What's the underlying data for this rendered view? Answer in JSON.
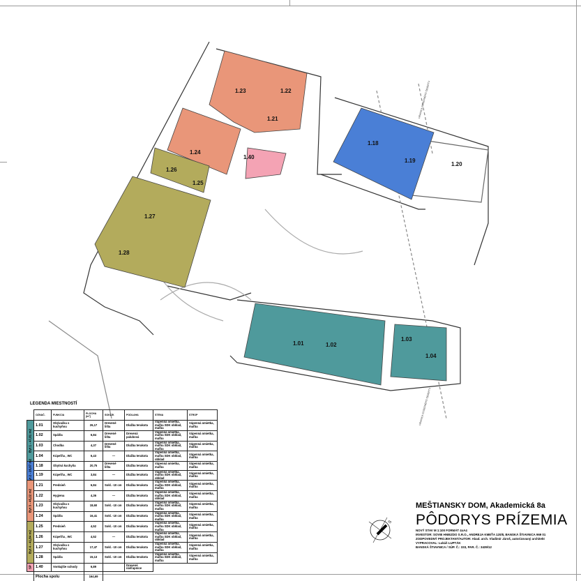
{
  "title": {
    "project": "MEŠTIANSKY DOM, Akademická 8a",
    "drawing": "PÔDORYS PRÍZEMIA",
    "lines": [
      "NOVÝ STAV M 1:100   FORMÁT 4xA4",
      "INVESTOR: SOVIE HNIEZDO S.R.O., ANDREJA KMEŤA 120/8, BANSKÁ ŠTIAVNICA 969 01",
      "ZODPOVEDNÝ PROJEKTANT/AUTOR: Akad. arch. Vladimír Jároš, autorizovaný architekt",
      "VYPRACOVAL: Lukáš LUPTÁK",
      "BANSKÁ ŠTIAVNICA / SÚP. Č.: 333, PAR. Č.: 3439/12"
    ],
    "north_label": "S"
  },
  "colors": {
    "byt1": "#4f9a9c",
    "byt2": "#4a7fd6",
    "byt3": "#e99679",
    "byt4": "#b3ab5c",
    "sp": "#f4a3b4"
  },
  "plan": {
    "rooms": [
      "1.23",
      "1.22",
      "1.21",
      "1.24",
      "1.40",
      "1.26",
      "1.25",
      "1.27",
      "1.28",
      "1.18",
      "1.19",
      "1.20",
      "1.01",
      "1.02",
      "1.03",
      "1.04"
    ],
    "annotations": [
      "HRANICA SUSEDNÉHO OBJEKTU",
      "HRANICA SUSEDNÉHO OBJEKTU"
    ]
  },
  "legend": {
    "title": "LEGENDA MIESTNOSTÍ",
    "headers": [
      "OZNAČ.",
      "FUNKCIA",
      "PLOCHA [m²]",
      "SOKLÍK",
      "PODLAHA",
      "STENA",
      "STROP"
    ],
    "groups": [
      {
        "label": "Byt 1 - 47,81 m2",
        "color": "byt1",
        "rows": [
          [
            "1.01",
            "Obývačka s kuchyňou",
            "26,17",
            "Drevené lišta",
            "Dlažba terakota",
            "Vápenná omietka, maľba SDK obklad, maľba",
            "Vápenná omietka, maľba"
          ],
          [
            "1.02",
            "Spálňa",
            "6,84",
            "Drevené lišta",
            "Drevená palubová",
            "Vápenná omietka, maľba SDK obklad, maľba",
            "Vápenná omietka, maľba"
          ],
          [
            "1.03",
            "Chodba",
            "4,37",
            "Drevené lišta",
            "Dlažba terakota",
            "Vápenná omietka, maľba SDK obklad, maľba",
            "Vápenná omietka, maľba"
          ],
          [
            "1.04",
            "Kúpeľňa , WC",
            "6,43",
            "—",
            "Dlažba terakota",
            "Vápenná omietka, maľba SDK obklad, obklad",
            "Vápenná omietka, maľba"
          ]
        ]
      },
      {
        "label": "Byt 2 - 26,07 m2",
        "color": "byt2",
        "rows": [
          [
            "1.18",
            "Obytná kuchyňa",
            "20,75",
            "Drevené lišta",
            "Dlažba terakota",
            "Vápenná omietka, maľba",
            "Vápenná omietka, maľba"
          ],
          [
            "1.19",
            "Kúpeľňa , WC",
            "3,84",
            "—",
            "Dlažba terakota",
            "Vápenná omietka, maľba SDK obklad, obklad",
            "Vápenná omietka, maľba"
          ]
        ]
      },
      {
        "label": "Byt 3 - 45,22 m2",
        "color": "byt3",
        "rows": [
          [
            "1.21",
            "Predsieň",
            "6,84",
            "Sokl. -10 cm",
            "Dlažba terakota",
            "Vápenná omietka, maľba SDK obklad, maľba",
            "Vápenná omietka, maľba"
          ],
          [
            "1.22",
            "Hygiena",
            "4,36",
            "—",
            "Dlažba terakota",
            "Vápenná omietka, maľba SDK obklad, obklad",
            "Vápenná omietka, maľba"
          ],
          [
            "1.23",
            "Obývačka s kuchyňou",
            "18,60",
            "Sokl. -10 cm",
            "Dlažba terakota",
            "Vápenná omietka, maľba SDK obklad, maľba",
            "Vápenná omietka, maľba"
          ],
          [
            "1.24",
            "Spálňa",
            "16,41",
            "Sokl. -10 cm",
            "Dlažba terakota",
            "Vápenná omietka, maľba SDK obklad, maľba",
            "Vápenná omietka, maľba"
          ]
        ]
      },
      {
        "label": "Byt 4 - 41,84 m2",
        "color": "byt4",
        "rows": [
          [
            "1.25",
            "Predsieň",
            "4,52",
            "Sokl. -10 cm",
            "Dlažba terakota",
            "Vápenná omietka, maľba SDK obklad, maľba",
            "Vápenná omietka, maľba"
          ],
          [
            "1.26",
            "Kúpeľňa , WC",
            "4,52",
            "—",
            "Dlažba terakota",
            "Vápenná omietka, maľba SDK obklad, obklad",
            "Vápenná omietka, maľba"
          ],
          [
            "1.27",
            "Obývačka s kuchyňou",
            "17,47",
            "Sokl. -10 cm",
            "Dlažba terakota",
            "Vápenná omietka, maľba SDK obklad, maľba",
            "Vápenná omietka, maľba"
          ],
          [
            "1.28",
            "Spálňa",
            "15,13",
            "Sokl. -10 cm",
            "Dlažba terakota",
            "Vápenná omietka, maľba SDK obklad, maľba",
            "Vápenná omietka, maľba"
          ]
        ]
      },
      {
        "label": "SP",
        "color": "sp",
        "rows": [
          [
            "1.40",
            "Vonkajšie schody",
            "6,89",
            "",
            "Drevené nášľapnice",
            "",
            ""
          ]
        ]
      }
    ],
    "total_label": "Plocha spolu",
    "total_value": "164,69"
  }
}
